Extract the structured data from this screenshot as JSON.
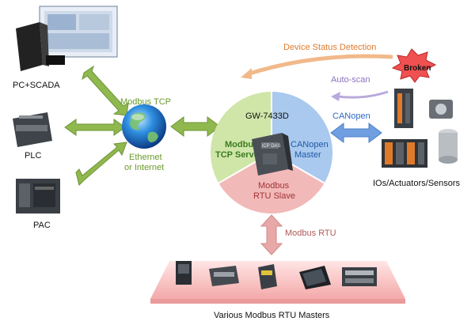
{
  "left": {
    "pc_label": "PC+SCADA",
    "plc_label": "PLC",
    "pac_label": "PAC",
    "modbus_tcp_label": "Modbus TCP",
    "ethernet_line1": "Ethernet",
    "ethernet_line2": "or Internet"
  },
  "center": {
    "product": "GW-7433D",
    "green_line1": "Modbus",
    "green_line2": "TCP Server",
    "blue_line1": "CANopen",
    "blue_line2": "Master",
    "red_line1": "Modbus",
    "red_line2": "RTU Slave",
    "device_logo_text": "iCP DAS"
  },
  "right": {
    "device_status": "Device Status Detection",
    "broken": "Broken",
    "auto_scan": "Auto-scan",
    "canopen": "CANopen",
    "ios_label": "IOs/Actuators/Sensors"
  },
  "bottom": {
    "modbus_rtu": "Modbus RTU",
    "masters_label": "Various Modbus RTU Masters"
  },
  "colors": {
    "green_sector": "#cfe6a8",
    "blue_sector": "#a9c9ee",
    "red_sector": "#f2b9b9",
    "green_arrow": "#8fb84e",
    "blue_arrow": "#6f9fe0",
    "pink_arrow": "#e9a8a8",
    "orange_text": "#e07a2b",
    "burst": "#f05050"
  },
  "icons": [
    "monitor-icon",
    "pc-tower-icon",
    "plc-icon",
    "pac-icon",
    "globe-icon",
    "gateway-device-icon",
    "io-module-icon",
    "sensor-icon",
    "hmi-icon"
  ]
}
